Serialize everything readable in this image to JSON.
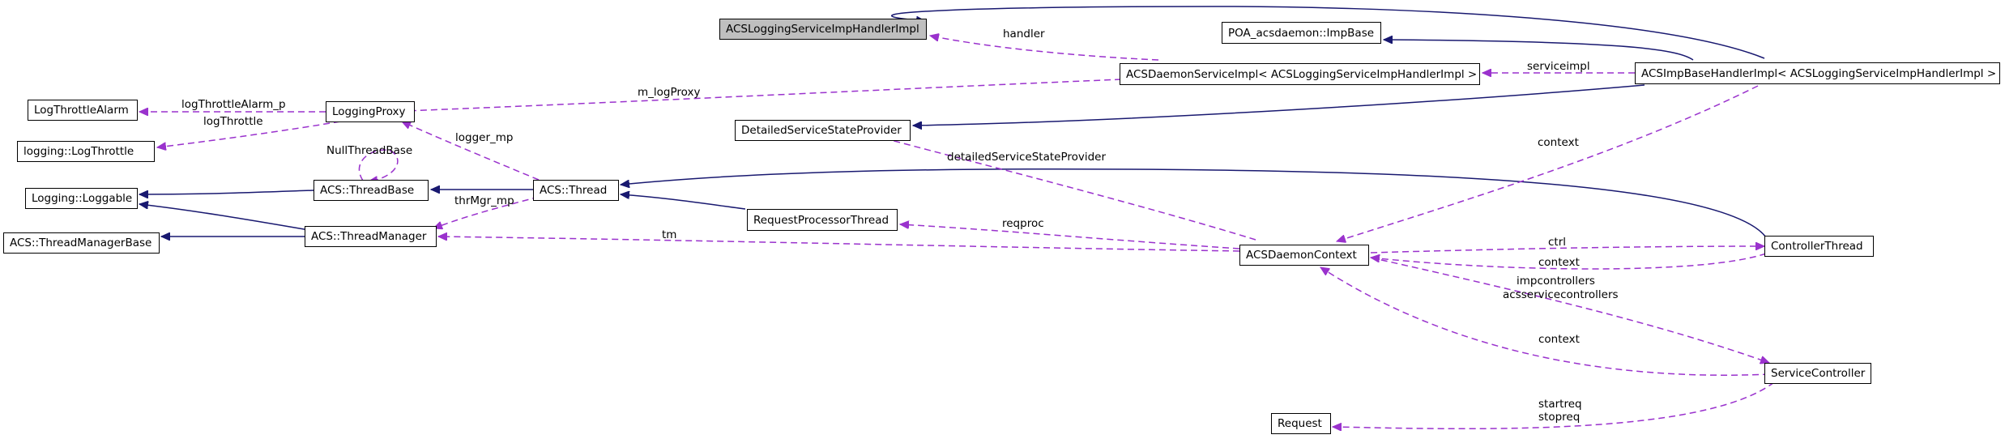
{
  "colors": {
    "inheritance": "#191970",
    "usage": "#9a32cd",
    "highlight": "#bfbfbf"
  },
  "nodes": {
    "acs_logging_service_imp_handler_impl": "ACSLoggingServiceImpHandlerImpl",
    "poa_imp_base": "POA_acsdaemon::ImpBase",
    "acs_daemon_service_impl": "ACSDaemonServiceImpl< ACSLoggingServiceImpHandlerImpl >",
    "acs_imp_base_handler_impl": "ACSImpBaseHandlerImpl< ACSLoggingServiceImpHandlerImpl >",
    "log_throttle_alarm": "LogThrottleAlarm",
    "logging_proxy": "LoggingProxy",
    "logging_log_throttle": "logging::LogThrottle",
    "detailed_service_state_provider": "DetailedServiceStateProvider",
    "logging_loggable": "Logging::Loggable",
    "acs_thread_base": "ACS::ThreadBase",
    "acs_thread": "ACS::Thread",
    "request_processor_thread": "RequestProcessorThread",
    "acs_thread_manager_base": "ACS::ThreadManagerBase",
    "acs_thread_manager": "ACS::ThreadManager",
    "acs_daemon_context": "ACSDaemonContext",
    "controller_thread": "ControllerThread",
    "service_controller": "ServiceController",
    "request": "Request"
  },
  "edge_labels": {
    "handler": "handler",
    "serviceimpl": "serviceimpl",
    "m_log_proxy": "m_logProxy",
    "log_throttle_alarm_p": "logThrottleAlarm_p",
    "log_throttle": "logThrottle",
    "logger_mp": "logger_mp",
    "null_thread_base": "NullThreadBase",
    "thr_mgr_mp": "thrMgr_mp",
    "context_imp_base": "context",
    "detailed_service_state_provider": "detailedServiceStateProvider",
    "reqproc": "reqproc",
    "tm": "tm",
    "ctrl": "ctrl",
    "context_controller": "context",
    "impcontrollers": "impcontrollers",
    "acsservicecontrollers": "acsservicecontrollers",
    "context_service": "context",
    "startreq": "startreq",
    "stopreq": "stopreq"
  }
}
